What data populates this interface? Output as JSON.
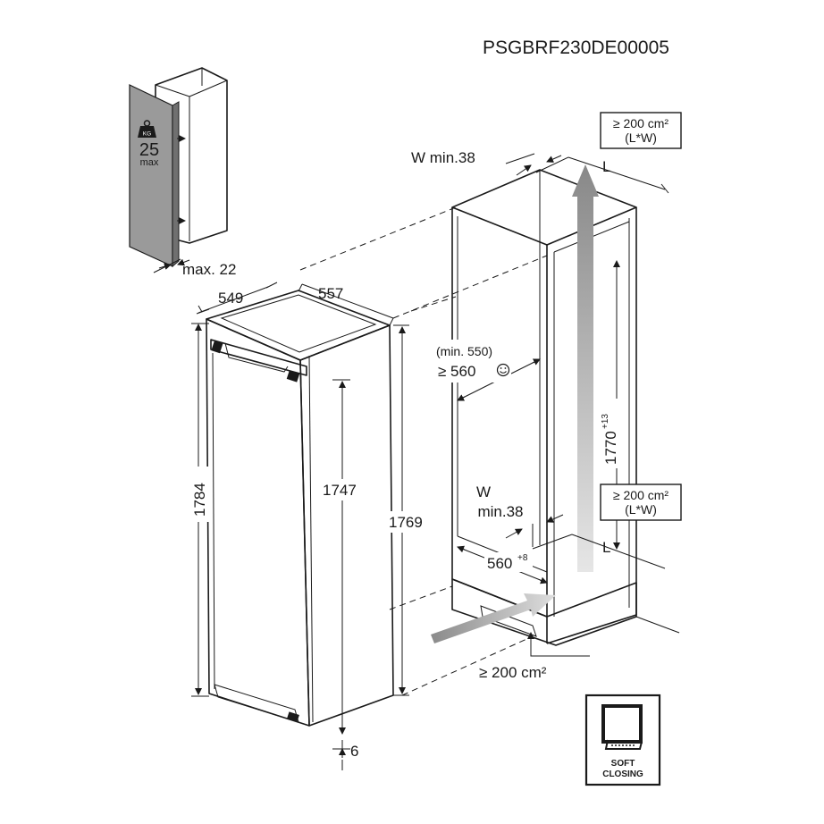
{
  "header": {
    "code": "PSGBRF230DE00005"
  },
  "door_panel": {
    "weight_value": "25",
    "weight_unit": "max",
    "kg_label": "KG",
    "depth": "max. 22"
  },
  "appliance": {
    "depth": "549",
    "width": "557",
    "height_total": "1784",
    "height_inner": "1747",
    "height_body": "1769",
    "bottom_gap": "6"
  },
  "niche": {
    "top_vent_gap": "W min.38",
    "top_vent_length": "L",
    "top_vent_area_line1": "≥ 200 cm²",
    "top_vent_area_line2": "(L*W)",
    "depth_min": "(min. 550)",
    "depth": "≥ 560",
    "height": "1770",
    "height_tol": "+13",
    "bottom_gap_line1": "W",
    "bottom_gap_line2": "min.38",
    "bottom_vent_length": "L",
    "bottom_vent_area_line1": "≥ 200 cm²",
    "bottom_vent_area_line2": "(L*W)",
    "width": "560",
    "width_tol": "+8",
    "floor_vent_area": "≥ 200 cm²"
  },
  "badge": {
    "line1": "SOFT",
    "line2": "CLOSING"
  },
  "colors": {
    "ink": "#1a1a1a",
    "arrow": "#8a8a8a",
    "panel": "#9a9a9a",
    "panel_dark": "#707070"
  }
}
